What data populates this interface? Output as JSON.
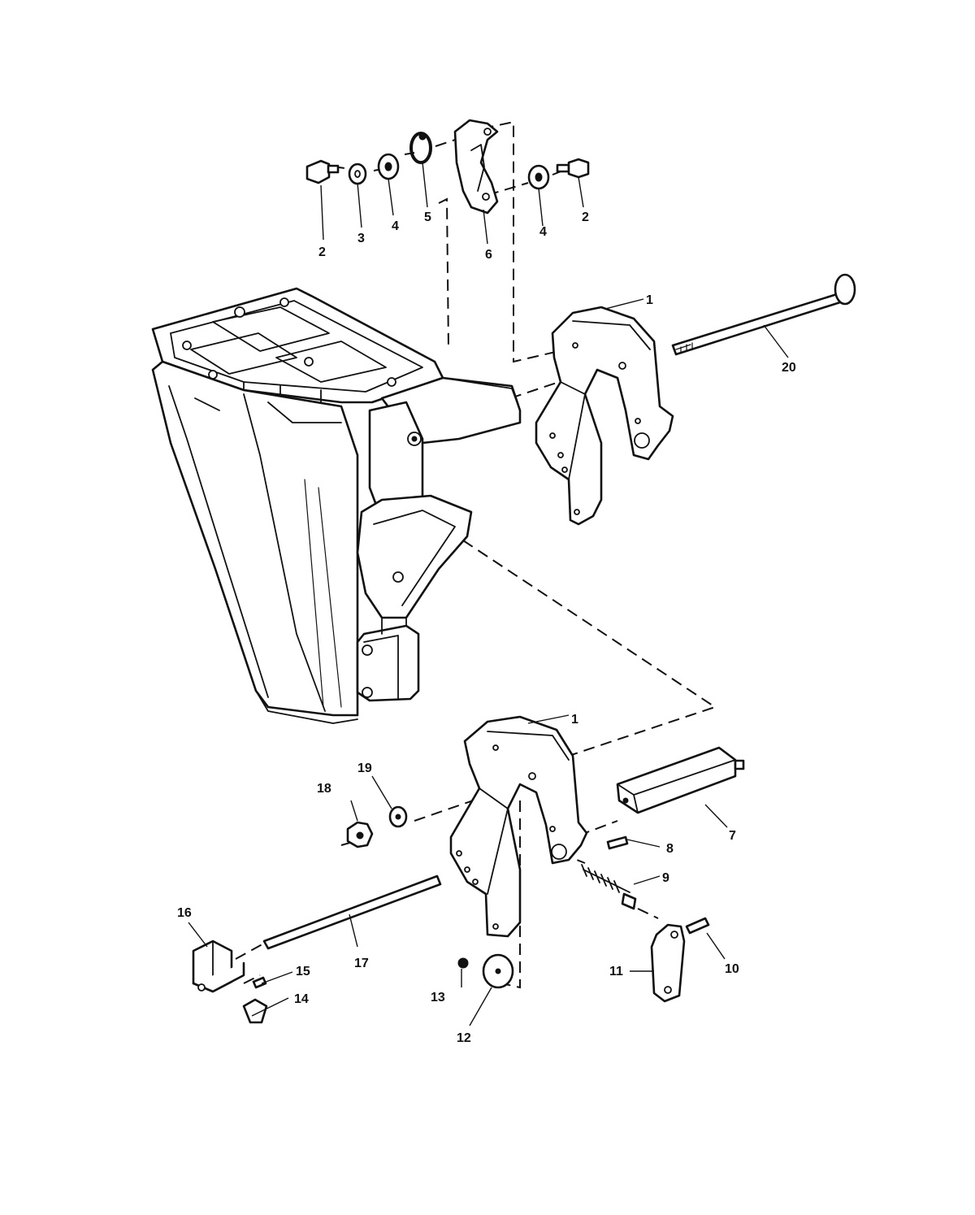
{
  "diagram": {
    "callouts": [
      {
        "id": "c1a",
        "text": "1"
      },
      {
        "id": "c1b",
        "text": "1"
      },
      {
        "id": "c2a",
        "text": "2"
      },
      {
        "id": "c2b",
        "text": "2"
      },
      {
        "id": "c3",
        "text": "3"
      },
      {
        "id": "c4a",
        "text": "4"
      },
      {
        "id": "c4b",
        "text": "4"
      },
      {
        "id": "c5",
        "text": "5"
      },
      {
        "id": "c6",
        "text": "6"
      },
      {
        "id": "c7",
        "text": "7"
      },
      {
        "id": "c8",
        "text": "8"
      },
      {
        "id": "c9",
        "text": "9"
      },
      {
        "id": "c10",
        "text": "10"
      },
      {
        "id": "c11",
        "text": "11"
      },
      {
        "id": "c12",
        "text": "12"
      },
      {
        "id": "c13",
        "text": "13"
      },
      {
        "id": "c14",
        "text": "14"
      },
      {
        "id": "c15",
        "text": "15"
      },
      {
        "id": "c16",
        "text": "16"
      },
      {
        "id": "c17",
        "text": "17"
      },
      {
        "id": "c18",
        "text": "18"
      },
      {
        "id": "c19",
        "text": "19"
      },
      {
        "id": "c20",
        "text": "20"
      }
    ]
  }
}
